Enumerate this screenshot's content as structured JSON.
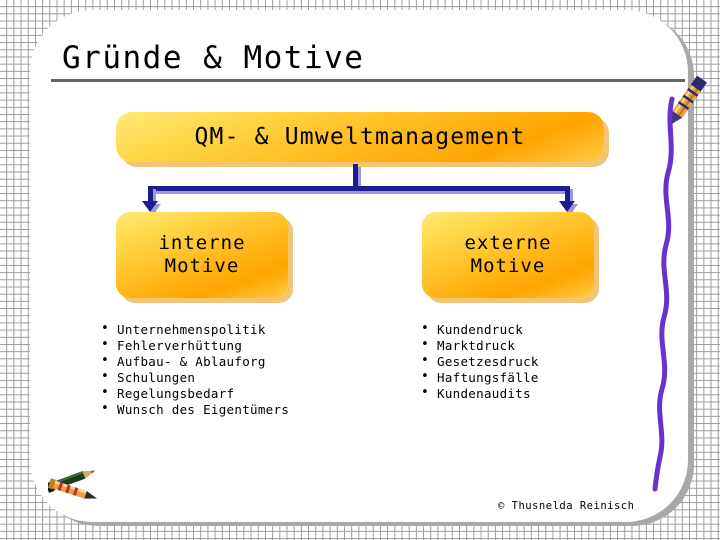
{
  "slide": {
    "title": "Gründe & Motive",
    "copyright": "© Thusnelda Reinisch"
  },
  "diagram": {
    "root": {
      "label": "QM- & Umweltmanagement"
    },
    "branches": [
      {
        "id": "internal",
        "label": "interne\nMotive",
        "label_line1": "interne",
        "label_line2": "Motive",
        "items": [
          "Unternehmenspolitik",
          "Fehlerverhüttung",
          "Aufbau- & Ablauforg",
          "Schulungen",
          "Regelungsbedarf",
          "Wunsch des Eigentümers"
        ]
      },
      {
        "id": "external",
        "label": "externe\nMotive",
        "label_line1": "externe",
        "label_line2": "Motive",
        "items": [
          "Kundendruck",
          "Marktdruck",
          "Gesetzesdruck",
          "Haftungsfälle",
          "Kundenaudits"
        ]
      }
    ]
  },
  "colors": {
    "box_gradient_light": "#ffe97a",
    "box_gradient_dark": "#ffa400",
    "connector": "#1c1c8e",
    "connector_shadow": "#9a9ad8",
    "title_rule": "#666666",
    "grid_line": "#9a9a9a",
    "sheet": "#ffffff",
    "sheet_shadow": "#a8a8a8",
    "doodle_purple": "#6633cc"
  },
  "decorations": [
    {
      "name": "crayon-top-right",
      "color": "#e8a33d"
    },
    {
      "name": "crayon-doodle-line",
      "color": "#6633cc"
    },
    {
      "name": "crayon-bottom-left-dark",
      "color": "#1c3b1c"
    },
    {
      "name": "crayon-bottom-left-tan",
      "color": "#e8a33d"
    }
  ]
}
